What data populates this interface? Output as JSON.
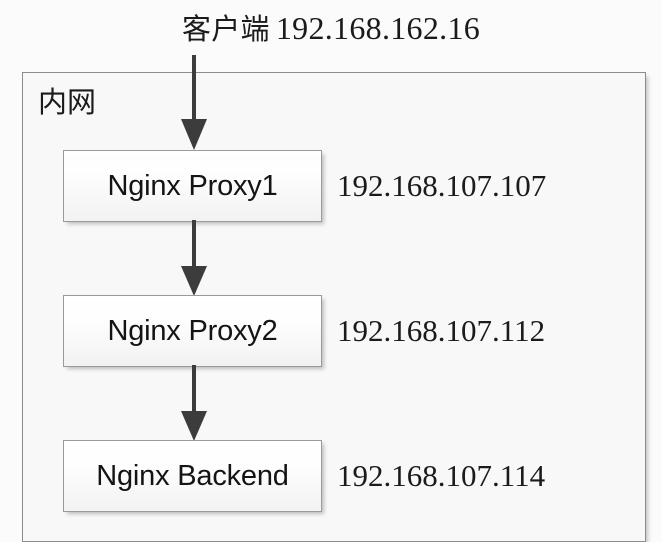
{
  "diagram": {
    "title_cn": "客户端",
    "title_ip": "192.168.162.16",
    "container_label": "内网",
    "arrow_color": "#3c3c3c",
    "box_border_color": "#9a9a9a",
    "container_border_color": "#8c8c8c",
    "background_color": "#fbfbfb",
    "text_color": "#1b1b1b",
    "nodes": [
      {
        "label": "Nginx Proxy1",
        "ip": "192.168.107.107"
      },
      {
        "label": "Nginx Proxy2",
        "ip": "192.168.107.112"
      },
      {
        "label": "Nginx Backend",
        "ip": "192.168.107.114"
      }
    ],
    "arrows": [
      {
        "name": "client-to-proxy1",
        "from": "客户端",
        "to": "Nginx Proxy1"
      },
      {
        "name": "proxy1-to-proxy2",
        "from": "Nginx Proxy1",
        "to": "Nginx Proxy2"
      },
      {
        "name": "proxy2-to-backend",
        "from": "Nginx Proxy2",
        "to": "Nginx Backend"
      }
    ]
  }
}
